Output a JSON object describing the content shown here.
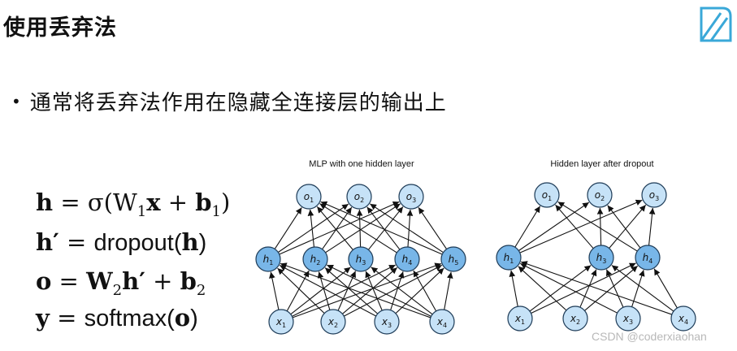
{
  "slide": {
    "title": "使用丢弃法",
    "bullet": "通常将丢弃法作用在隐藏全连接层的输出上"
  },
  "equations": {
    "eq1": {
      "lhs": "h",
      "rhs": "= σ(W",
      "sub1": "1",
      "x": "x",
      "plus": " + ",
      "b": "b",
      "sub2": "1",
      "close": ")"
    },
    "eq2": {
      "lhs": "h′",
      "eq": " = ",
      "fn": "dropout(",
      "arg": "h",
      "close": ")"
    },
    "eq3": {
      "lhs": "o",
      "eq": " = ",
      "W": "W",
      "sub1": "2",
      "h": "h′",
      "plus": " + ",
      "b": "b",
      "sub2": "2"
    },
    "eq4": {
      "lhs": "y",
      "eq": " = ",
      "fn": "softmax(",
      "arg": "o",
      "close": ")"
    }
  },
  "figure": {
    "left_title": "MLP with one hidden layer",
    "right_title": "Hidden layer after dropout",
    "output_labels": [
      "o1",
      "o2",
      "o3"
    ],
    "hidden_labels": [
      "h1",
      "h2",
      "h3",
      "h4",
      "h5"
    ],
    "input_labels": [
      "x1",
      "x2",
      "x3",
      "x4"
    ],
    "dropout_kept_hidden": [
      "h1",
      "h3",
      "h4"
    ],
    "colors": {
      "light_node": "#c6e2f7",
      "dark_node": "#78b6e8",
      "stroke": "#1d3b57"
    }
  },
  "watermark": "CSDN @coderxiaohan",
  "colors": {
    "logo": "#3aa8d8"
  }
}
